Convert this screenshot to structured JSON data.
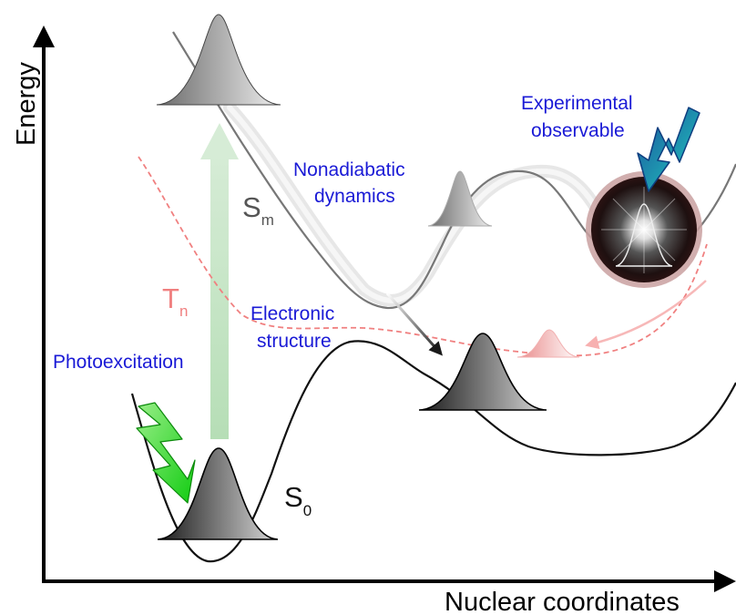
{
  "axes": {
    "y_label": "Energy",
    "x_label": "Nuclear coordinates"
  },
  "states": {
    "s0": {
      "letter": "S",
      "sub": "0"
    },
    "sm": {
      "letter": "S",
      "sub": "m"
    },
    "tn": {
      "letter": "T",
      "sub": "n"
    }
  },
  "annotations": {
    "photoexcitation": "Photoexcitation",
    "nonadiabatic_line1": "Nonadiabatic",
    "nonadiabatic_line2": "dynamics",
    "electronic_line1": "Electronic",
    "electronic_line2": "structure",
    "experimental_line1": "Experimental",
    "experimental_line2": "observable"
  },
  "colors": {
    "s0_curve": "#111111",
    "sm_curve": "#7a7a7a",
    "tn_curve": "#f08080",
    "annotation_text": "#1a1ad6",
    "photon_arrow": "#22cc22",
    "probe_arrow": "#1aa0b0"
  }
}
